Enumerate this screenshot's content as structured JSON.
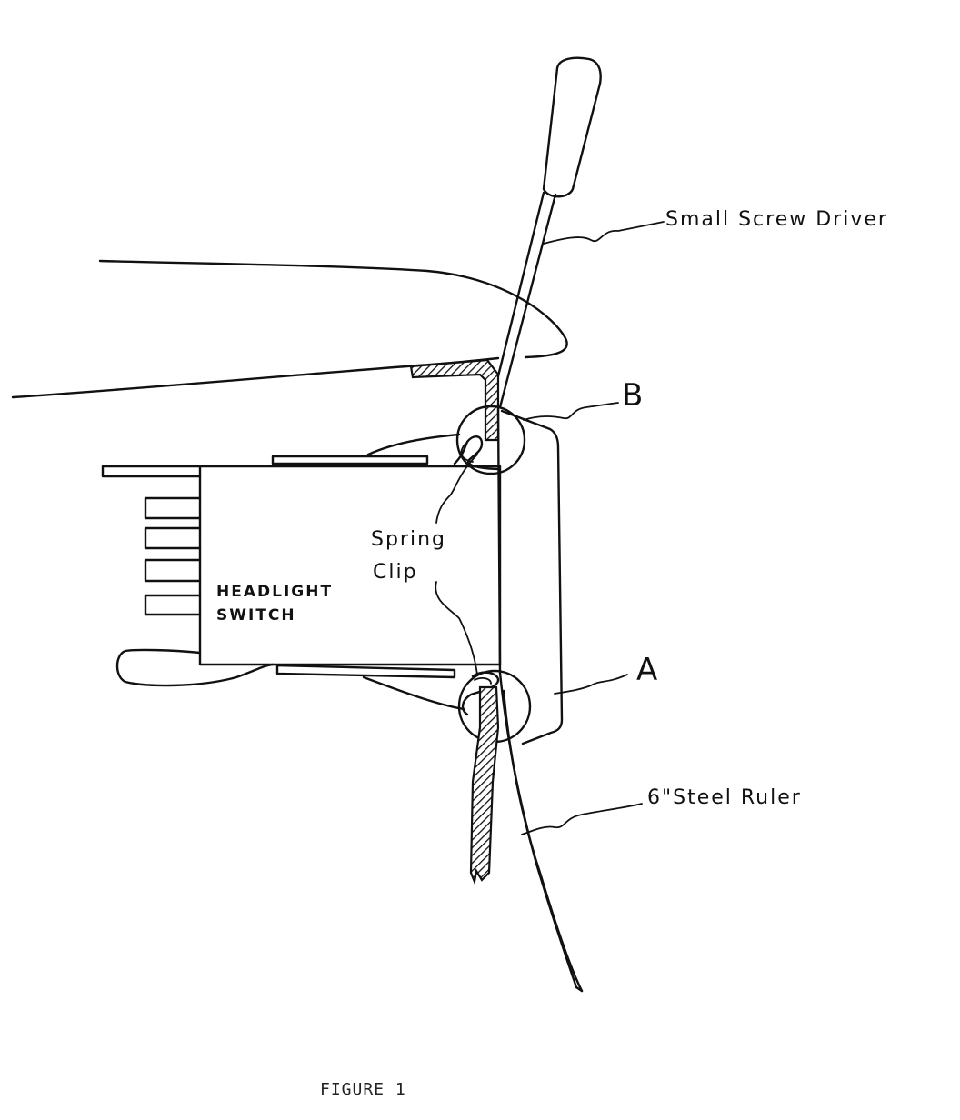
{
  "labels": {
    "screwdriver": "Small Screw Driver",
    "point_b": "B",
    "point_a": "A",
    "spring": "Spring",
    "clip": "Clip",
    "headlight": "HEADLIGHT",
    "switch": "SWITCH",
    "ruler": "6\"Steel Ruler"
  },
  "caption": "FIGURE 1"
}
